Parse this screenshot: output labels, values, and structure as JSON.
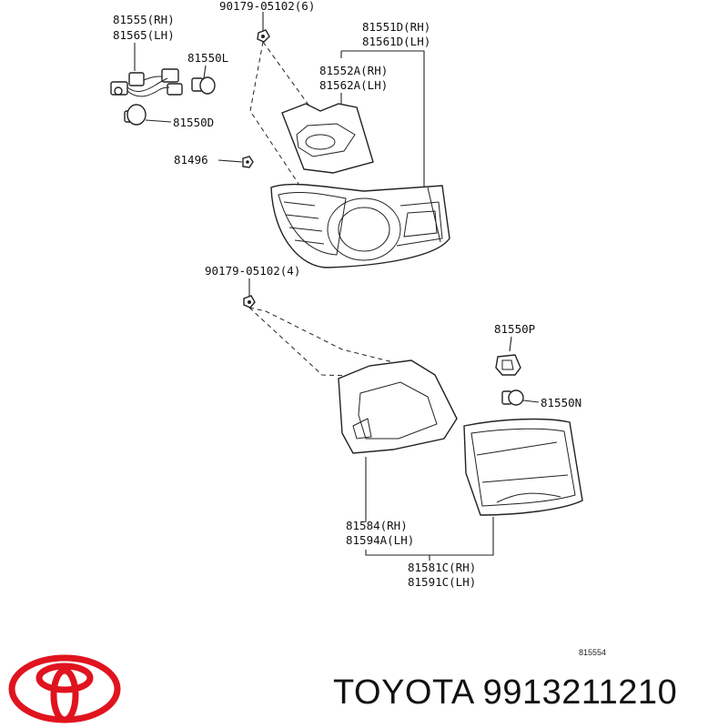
{
  "labels": {
    "screw_top": "90179-05102(6)",
    "socket_rh": "81555(RH)",
    "socket_lh": "81565(LH)",
    "bulb_l": "81550L",
    "bulb_d": "81550D",
    "lamp_outer_rh": "81551D(RH)",
    "lamp_outer_lh": "81561D(LH)",
    "gasket_outer_rh": "81552A(RH)",
    "gasket_outer_lh": "81562A(LH)",
    "nut": "81496",
    "screw_mid": "90179-05102(4)",
    "bulb_p": "81550P",
    "bulb_n": "81550N",
    "gasket_inner_rh": "81584(RH)",
    "gasket_inner_lh": "81594A(LH)",
    "lamp_inner_rh": "81581C(RH)",
    "lamp_inner_lh": "81591C(LH)",
    "figure_code": "815554"
  },
  "brand": {
    "name": "TOYOTA 9913211210",
    "logo_color": "#e0141e"
  }
}
